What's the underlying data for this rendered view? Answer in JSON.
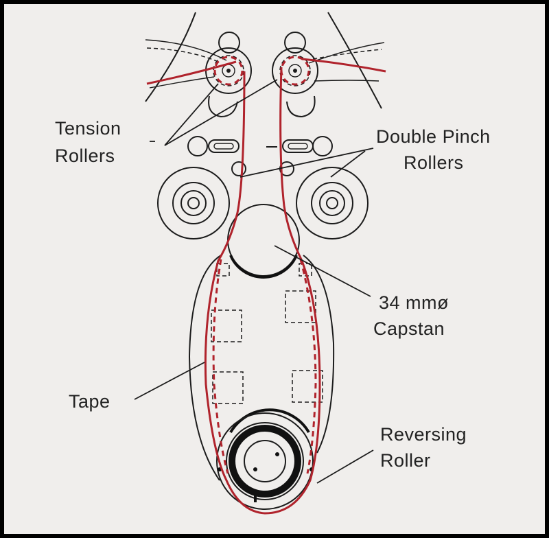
{
  "colors": {
    "background": "#f0eeec",
    "ink": "#1c1c1c",
    "tape": "#b0232c",
    "border": "#000000"
  },
  "labels": {
    "tension_rollers": [
      "Tension",
      "Rollers"
    ],
    "double_pinch_rollers": [
      "Double Pinch",
      "Rollers"
    ],
    "capstan": [
      "34 mmø",
      "Capstan"
    ],
    "tape": "Tape",
    "reversing_roller": [
      "Reversing",
      "Roller"
    ]
  }
}
